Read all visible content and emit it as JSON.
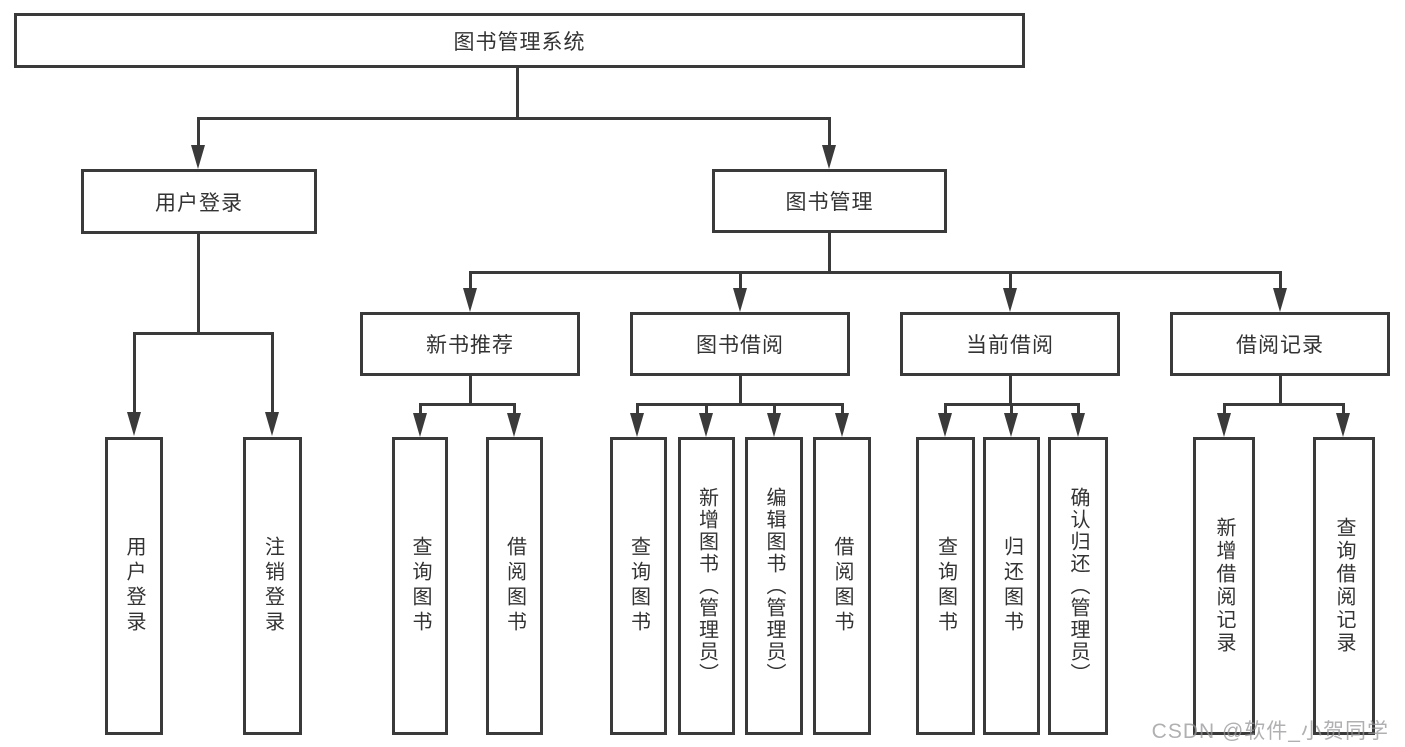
{
  "nodes": {
    "root": {
      "label": "图书管理系统"
    },
    "user_login": {
      "label": "用户登录"
    },
    "book_mgmt": {
      "label": "图书管理"
    },
    "new_book_rec": {
      "label": "新书推荐"
    },
    "book_borrow": {
      "label": "图书借阅"
    },
    "current_borrow": {
      "label": "当前借阅"
    },
    "borrow_record": {
      "label": "借阅记录"
    },
    "leaf_user_login": {
      "label": "用户登录"
    },
    "leaf_logout": {
      "label": "注销登录"
    },
    "leaf_query_book_rec": {
      "label": "查询图书"
    },
    "leaf_borrow_book_rec": {
      "label": "借阅图书"
    },
    "leaf_query_book_borrow": {
      "label": "查询图书"
    },
    "leaf_add_book": {
      "label": "新增图书（管理员）"
    },
    "leaf_edit_book": {
      "label": "编辑图书（管理员）"
    },
    "leaf_borrow_book_borrow": {
      "label": "借阅图书"
    },
    "leaf_query_book_current": {
      "label": "查询图书"
    },
    "leaf_return_book": {
      "label": "归还图书"
    },
    "leaf_confirm_return": {
      "label": "确认归还（管理员）"
    },
    "leaf_add_borrow_record": {
      "label": "新增借阅记录"
    },
    "leaf_query_borrow_record": {
      "label": "查询借阅记录"
    }
  },
  "watermark": {
    "text": "CSDN @软件_小贺同学"
  },
  "colors": {
    "line": "#3a3a3a",
    "text": "#333333",
    "watermark": "#969699",
    "background": "#ffffff"
  }
}
